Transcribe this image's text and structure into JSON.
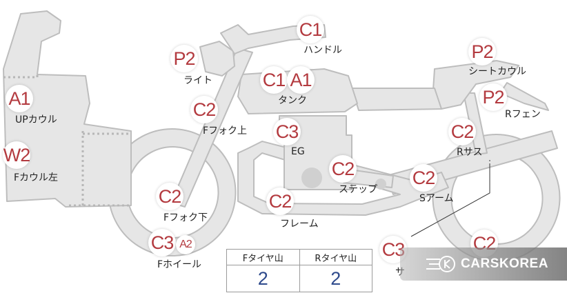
{
  "colors": {
    "body_fill": "#e6e6e6",
    "body_stroke": "#bdbdbd",
    "grade_text": "#b33a3f",
    "value_text": "#2e4a8c"
  },
  "parts": {
    "handle": {
      "grade": "C1",
      "label": "ハンドル"
    },
    "light": {
      "grade": "P2",
      "label": "ライト"
    },
    "tank": {
      "grades": [
        "C1",
        "A1"
      ],
      "label": "タンク"
    },
    "seat_cowl": {
      "grade": "P2",
      "label": "シートカウル"
    },
    "r_fender": {
      "grade": "P2",
      "label": "Rフェン"
    },
    "up_cowl": {
      "grade": "A1",
      "label": "UPカウル"
    },
    "f_fork_upper": {
      "grade": "C2",
      "label": "Fフォク上"
    },
    "engine": {
      "grade": "C3",
      "label": "EG"
    },
    "r_suspension": {
      "grade": "C2",
      "label": "Rサス"
    },
    "f_cowl_left": {
      "grade": "W2",
      "label": "Fカウル左"
    },
    "step": {
      "grade": "C2",
      "label": "ステップ"
    },
    "swing_arm": {
      "grade": "C2",
      "label": "Sアーム"
    },
    "f_fork_lower": {
      "grade": "C2",
      "label": "Fフォク下"
    },
    "frame": {
      "grade": "C2",
      "label": "フレーム"
    },
    "f_wheel": {
      "grades": [
        "C3",
        "A2"
      ],
      "label": "Fホイール"
    },
    "r_wheel": {
      "grade": "C2"
    },
    "muffler": {
      "grade": "C3",
      "label": "サ"
    }
  },
  "tread": {
    "front_label": "Fタイヤ山",
    "front_value": "2",
    "rear_label": "Rタイヤ山",
    "rear_value": "2"
  },
  "watermark": {
    "brand": "CARSKOREA",
    "icon": "carskorea-logo-icon"
  }
}
